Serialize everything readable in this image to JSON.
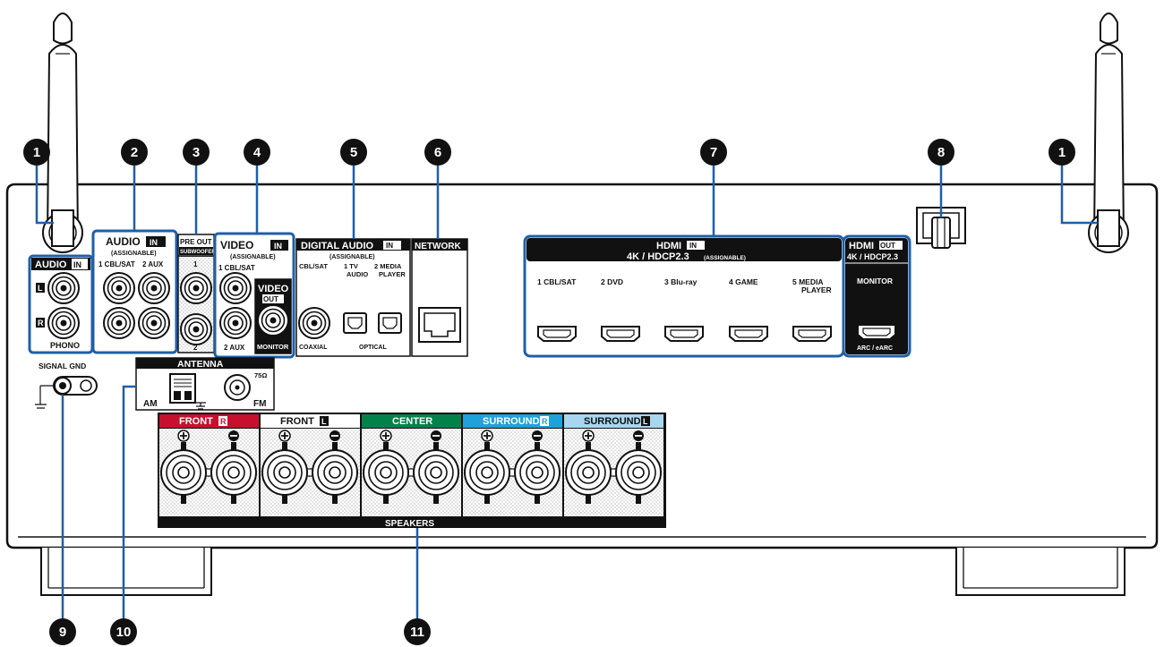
{
  "callouts": [
    "1",
    "2",
    "3",
    "4",
    "5",
    "6",
    "7",
    "8",
    "9",
    "10",
    "11"
  ],
  "audio_in": {
    "title": "AUDIO",
    "in": "IN",
    "ch_l": "L",
    "ch_r": "R",
    "phono": "PHONO"
  },
  "audio_in_assign": {
    "title": "AUDIO",
    "in": "IN",
    "sub": "(ASSIGNABLE)",
    "col1": "1 CBL/SAT",
    "col2": "2 AUX"
  },
  "pre_out": {
    "title": "PRE OUT",
    "sub": "SUBWOOFER",
    "n1": "1",
    "n2": "2"
  },
  "video_in": {
    "title": "VIDEO",
    "in": "IN",
    "sub": "(ASSIGNABLE)",
    "c1": "1 CBL/SAT",
    "c2": "2 AUX"
  },
  "video_out": {
    "title": "VIDEO",
    "out": "OUT",
    "monitor": "MONITOR"
  },
  "digital_audio": {
    "title": "DIGITAL AUDIO",
    "in": "IN",
    "sub": "(ASSIGNABLE)",
    "cbl": "CBL/SAT",
    "tv_1": "1  TV",
    "tv_2": "AUDIO",
    "mp_1": "2  MEDIA",
    "mp_2": "PLAYER",
    "coaxial": "COAXIAL",
    "optical": "OPTICAL"
  },
  "network": {
    "title": "NETWORK"
  },
  "hdmi_in": {
    "title": "HDMI",
    "in": "IN",
    "sub": "4K / HDCP2.3",
    "assign": "(ASSIGNABLE)",
    "inputs": [
      {
        "l1": "1  CBL/SAT",
        "l2": ""
      },
      {
        "l1": "2  DVD",
        "l2": ""
      },
      {
        "l1": "3  Blu-ray",
        "l2": ""
      },
      {
        "l1": "4  GAME",
        "l2": ""
      },
      {
        "l1": "5  MEDIA",
        "l2": "PLAYER"
      }
    ]
  },
  "hdmi_out": {
    "title": "HDMI",
    "out": "OUT",
    "sub": "4K / HDCP2.3",
    "monitor": "MONITOR",
    "arc": "ARC / eARC"
  },
  "antenna": {
    "title": "ANTENNA",
    "am": "AM",
    "fm": "FM",
    "ohm": "75Ω"
  },
  "signal_gnd": {
    "label": "SIGNAL GND"
  },
  "speakers": {
    "title": "SPEAKERS",
    "channels": [
      {
        "name": "FRONT",
        "side": "R",
        "color": "#c8102e"
      },
      {
        "name": "FRONT",
        "side": "L",
        "color": "#ffffff"
      },
      {
        "name": "CENTER",
        "side": "",
        "color": "#00824a"
      },
      {
        "name": "SURROUND",
        "side": "R",
        "color": "#1ea2dc"
      },
      {
        "name": "SURROUND",
        "side": "L",
        "color": "#a9d6ef"
      }
    ]
  }
}
